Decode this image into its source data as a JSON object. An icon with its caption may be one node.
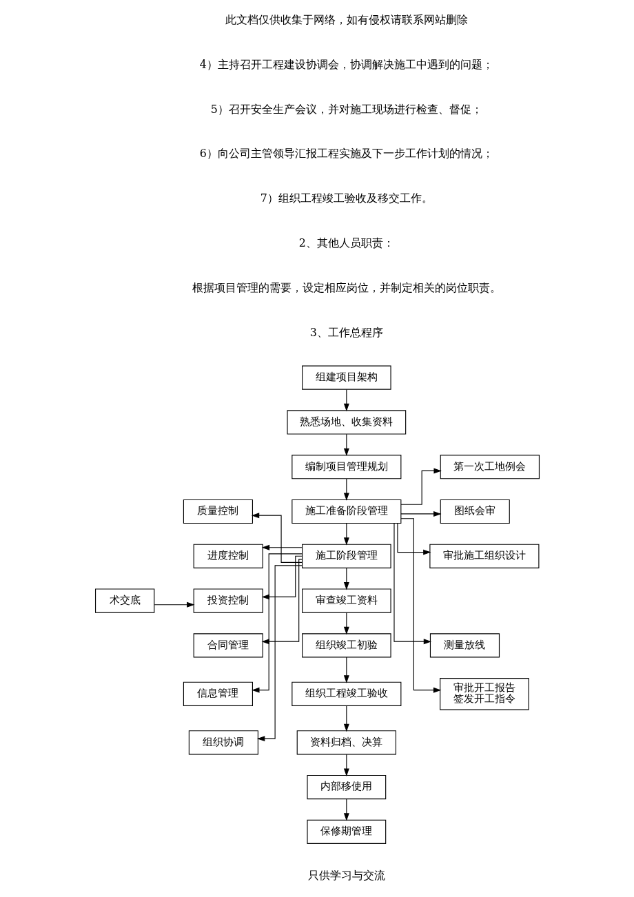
{
  "diagram": {
    "nodes": [
      {
        "text": [
          "组建项目架构"
        ]
      },
      {
        "text": [
          "熟悉场地、收集资料"
        ]
      },
      {
        "text": [
          "编制项目管理规划"
        ]
      },
      {
        "text": [
          "施工准备阶段管理"
        ]
      },
      {
        "text": [
          "施工阶段管理"
        ]
      },
      {
        "text": [
          "审查竣工资料"
        ]
      },
      {
        "text": [
          "组织竣工初验"
        ]
      },
      {
        "text": [
          "组织工程竣工验收"
        ]
      },
      {
        "text": [
          "资料归档、决算"
        ]
      },
      {
        "text": [
          "内部移使用"
        ]
      },
      {
        "text": [
          "保修期管理"
        ]
      },
      {
        "text": [
          "质量控制"
        ]
      },
      {
        "text": [
          "进度控制"
        ]
      },
      {
        "text": [
          "术交底"
        ]
      },
      {
        "text": [
          "投资控制"
        ]
      },
      {
        "text": [
          "合同管理"
        ]
      },
      {
        "text": [
          "信息管理"
        ]
      },
      {
        "text": [
          "组织协调"
        ]
      },
      {
        "text": [
          "第一次工地例会"
        ]
      },
      {
        "text": [
          "图纸会审"
        ]
      },
      {
        "text": [
          "审批施工组织设计"
        ]
      },
      {
        "text": [
          "测量放线"
        ]
      },
      {
        "text": [
          "审批开工报告",
          "签发开工指令"
        ]
      }
    ],
    "edges": [
      {
        "from": 0,
        "to": 1,
        "arrow": "to"
      },
      {
        "from": 1,
        "to": 2,
        "arrow": "to"
      },
      {
        "from": 2,
        "to": 3,
        "arrow": "to"
      },
      {
        "from": 3,
        "to": 4,
        "arrow": "to"
      },
      {
        "from": 4,
        "to": 5,
        "arrow": "to"
      },
      {
        "from": 5,
        "to": 6,
        "arrow": "to"
      },
      {
        "from": 6,
        "to": 7,
        "arrow": "to"
      },
      {
        "from": 7,
        "to": 8,
        "arrow": "to"
      },
      {
        "from": 8,
        "to": 9,
        "arrow": "to"
      },
      {
        "from": 9,
        "to": 10,
        "arrow": "to"
      },
      {
        "from": 3,
        "to": 18,
        "arrow": "to"
      },
      {
        "from": 3,
        "to": 19,
        "arrow": "to"
      },
      {
        "from": 3,
        "to": 20,
        "arrow": "to"
      },
      {
        "from": 3,
        "to": 21,
        "arrow": "to"
      },
      {
        "from": 3,
        "to": 22,
        "arrow": "to"
      },
      {
        "from": 4,
        "to": 11,
        "arrow": "to"
      },
      {
        "from": 4,
        "to": 12,
        "arrow": "to"
      },
      {
        "from": 4,
        "to": 14,
        "arrow": "to"
      },
      {
        "from": 4,
        "to": 15,
        "arrow": "to"
      },
      {
        "from": 4,
        "to": 16,
        "arrow": "to"
      },
      {
        "from": 4,
        "to": 17,
        "arrow": "to"
      },
      {
        "from": 13,
        "to": 14,
        "arrow": "to"
      }
    ],
    "labels": [
      "此文档仅供收集于网络，如有侵权请联系网站删除",
      "4）主持召开工程建设协调会，协调解决施工中遇到的问题；",
      "5）召开安全生产会议，并对施工现场进行检查、督促；",
      "6）向公司主管领导汇报工程实施及下一步工作计划的情况；",
      "7）组织工程竣工验收及移交工作。",
      "2、其他人员职责：",
      "根据项目管理的需要，设定相应岗位，并制定相关的岗位职责。",
      "3、工作总程序",
      "只供学习与交流"
    ]
  }
}
